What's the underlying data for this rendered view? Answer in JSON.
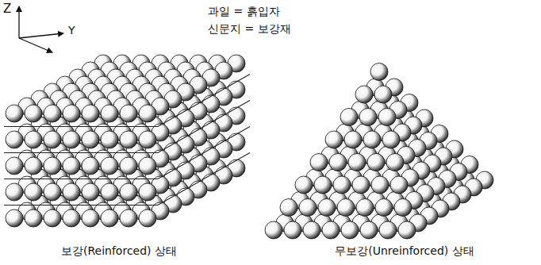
{
  "diagram": {
    "labels": [
      "Z",
      "과일 = 흙입자",
      "신문지 = 보강재",
      "Y",
      "보강(Reinforced) 상태",
      "무보강(Unreinforced) 상태"
    ]
  }
}
